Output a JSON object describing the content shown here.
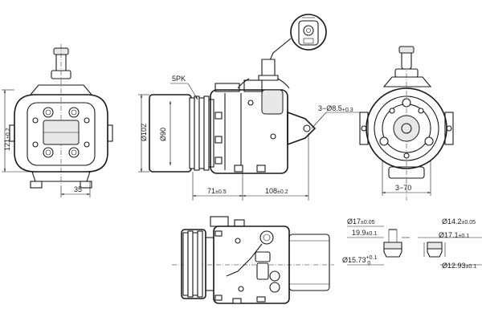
{
  "dimensions": {
    "height_121": {
      "value": "121",
      "tol": "±0.2"
    },
    "width_35": {
      "value": "35"
    },
    "pulley_5pk": {
      "value": "5PK"
    },
    "dia_102": {
      "value": "Ø102"
    },
    "dia_90": {
      "value": "Ø90"
    },
    "len_71": {
      "value": "71",
      "tol": "±0.5"
    },
    "len_108": {
      "value": "108",
      "tol": "±0.2"
    },
    "holes": {
      "value": "3−Ø8.5",
      "tol": "+0.3"
    },
    "pitch_70": {
      "value": "3−70"
    }
  },
  "fittings": {
    "suction": {
      "d1": {
        "value": "Ø17",
        "tol": "±0.05"
      },
      "d2": {
        "value": "19.9",
        "tol": "±0.1"
      },
      "d3": {
        "value": "Ø15.73",
        "tol_upper": "+0.1",
        "tol_lower": "0"
      }
    },
    "discharge": {
      "d1": {
        "value": "Ø14.2",
        "tol": "±0.05"
      },
      "d2": {
        "value": "Ø17.1",
        "tol": "±0.1"
      },
      "d3": {
        "value": "Ø12.93",
        "tol": "±0.1"
      }
    }
  }
}
